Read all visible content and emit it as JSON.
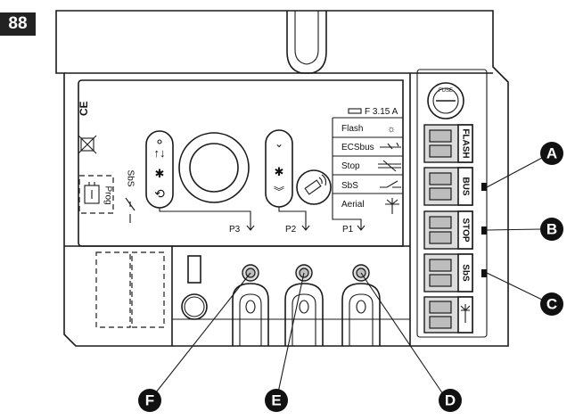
{
  "figure_number": "88",
  "panel": {
    "fuse": "F 3.15 A",
    "fuse_cap": "FUSE",
    "outputs": [
      "Flash",
      "ECSbus",
      "Stop",
      "SbS",
      "Aerial"
    ],
    "buttons": [
      "P3",
      "P2",
      "P1"
    ],
    "left_labels": {
      "sbs": "SbS",
      "prog": "Prog",
      "ce": "CE"
    }
  },
  "terminals": [
    "FLASH",
    "BUS",
    "STOP",
    "SbS"
  ],
  "callouts": [
    "A",
    "B",
    "C",
    "D",
    "E",
    "F"
  ]
}
